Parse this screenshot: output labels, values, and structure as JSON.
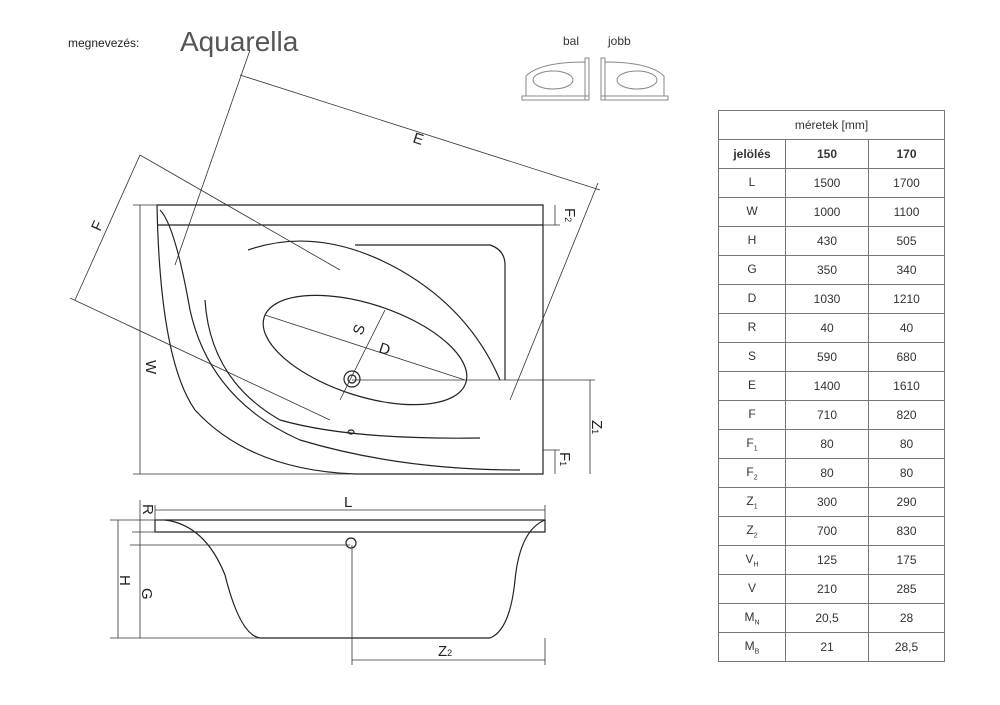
{
  "header": {
    "label": "megnevezés:",
    "name": "Aquarella"
  },
  "variants": [
    "bal",
    "jobb"
  ],
  "drawing_labels": {
    "E": "E",
    "F": "F",
    "F2": "F",
    "F2_sub": "2",
    "W": "W",
    "S": "S",
    "D": "D",
    "Z1": "Z",
    "Z1_sub": "1",
    "F1": "F",
    "F1_sub": "1",
    "L": "L",
    "R": "R",
    "H": "H",
    "G": "G",
    "Z2": "Z",
    "Z2_sub": "2"
  },
  "table": {
    "caption": "méretek [mm]",
    "columns": [
      "jelölés",
      "150",
      "170"
    ],
    "rows": [
      {
        "k": "L",
        "s": "",
        "a": "1500",
        "b": "1700"
      },
      {
        "k": "W",
        "s": "",
        "a": "1000",
        "b": "1100"
      },
      {
        "k": "H",
        "s": "",
        "a": "430",
        "b": "505"
      },
      {
        "k": "G",
        "s": "",
        "a": "350",
        "b": "340"
      },
      {
        "k": "D",
        "s": "",
        "a": "1030",
        "b": "1210"
      },
      {
        "k": "R",
        "s": "",
        "a": "40",
        "b": "40"
      },
      {
        "k": "S",
        "s": "",
        "a": "590",
        "b": "680"
      },
      {
        "k": "E",
        "s": "",
        "a": "1400",
        "b": "1610"
      },
      {
        "k": "F",
        "s": "",
        "a": "710",
        "b": "820"
      },
      {
        "k": "F",
        "s": "1",
        "a": "80",
        "b": "80"
      },
      {
        "k": "F",
        "s": "2",
        "a": "80",
        "b": "80"
      },
      {
        "k": "Z",
        "s": "1",
        "a": "300",
        "b": "290"
      },
      {
        "k": "Z",
        "s": "2",
        "a": "700",
        "b": "830"
      },
      {
        "k": "V",
        "s": "H",
        "a": "125",
        "b": "175"
      },
      {
        "k": "V",
        "s": "",
        "a": "210",
        "b": "285"
      },
      {
        "k": "M",
        "s": "N",
        "a": "20,5",
        "b": "28"
      },
      {
        "k": "M",
        "s": "B",
        "a": "21",
        "b": "28,5"
      }
    ]
  }
}
